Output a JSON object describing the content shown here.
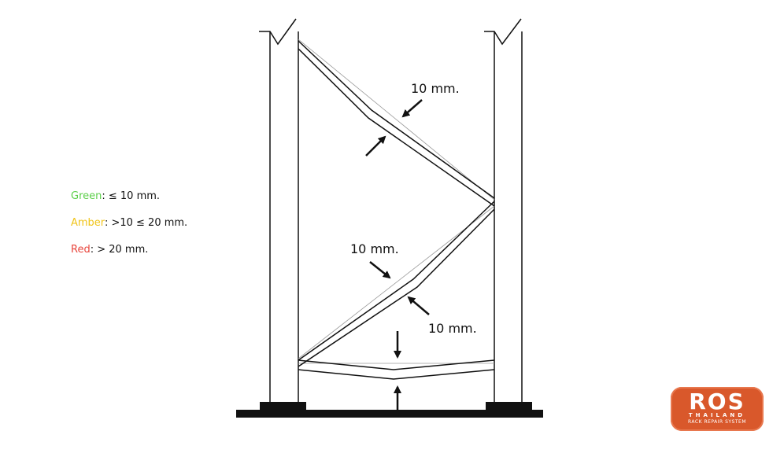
{
  "legend": [
    {
      "label": "Green",
      "text": ": ≤ 10 mm.",
      "color": "#5ccf4a"
    },
    {
      "label": "Amber",
      "text": ": >10 ≤ 20 mm.",
      "color": "#f0c419"
    },
    {
      "label": "Red",
      "text": ": > 20 mm.",
      "color": "#e8453c"
    }
  ],
  "dimensions": {
    "upper_brace": "10 mm.",
    "lower_brace_top": "10 mm.",
    "lower_brace_bottom": "10 mm."
  },
  "logo": {
    "name": "ROS",
    "country": "THAILAND",
    "tagline": "RACK REPAIR SYSTEM",
    "color": "#d9582b"
  }
}
